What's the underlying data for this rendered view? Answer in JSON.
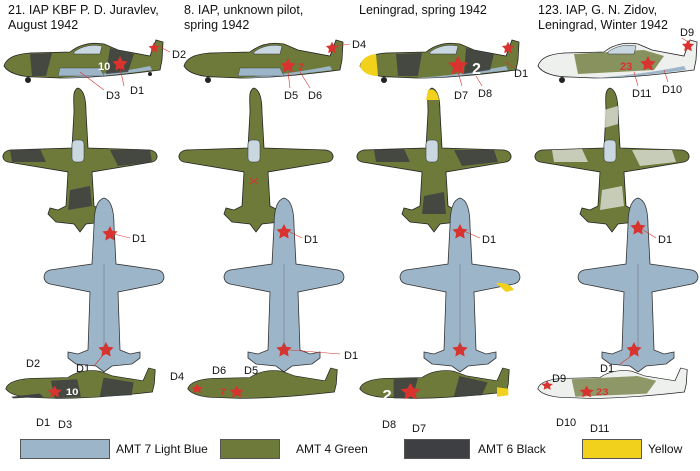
{
  "columns": [
    {
      "title": "21. IAP KBF P. D. Juravlev,\nAugust 1942",
      "side_code": "10",
      "bottom_code": "10"
    },
    {
      "title": "8. IAP, unknown pilot,\nspring 1942",
      "side_code": "7",
      "bottom_code": "7"
    },
    {
      "title": "Leningrad, spring 1942",
      "side_code": "2",
      "bottom_code": "2"
    },
    {
      "title": "123. IAP, G. N. Zidov,\nLeningrad, Winter 1942",
      "side_code": "23",
      "bottom_code": "23"
    }
  ],
  "callouts": {
    "c1_side": [
      "D2",
      "D3",
      "D1"
    ],
    "c2_side": [
      "D4",
      "D5",
      "D6"
    ],
    "c3_side": [
      "D1",
      "D7",
      "D8"
    ],
    "c4_side": [
      "D9",
      "D11",
      "D10"
    ],
    "under": [
      "D1",
      "D1"
    ],
    "bottom": [
      "D2",
      "D1",
      "D3",
      "D4",
      "D6",
      "D5",
      "D1",
      "D8",
      "D7",
      "D9",
      "D10",
      "D11"
    ],
    "c2_under_d1": "D1",
    "c3_under_d1": "D1",
    "c4_under_d1": "D1"
  },
  "legend": [
    {
      "label": "AMT 7 Light Blue",
      "color": "#9db5c8"
    },
    {
      "label": "AMT 4 Green",
      "color": "#6d7a3a"
    },
    {
      "label": "AMT 6 Black",
      "color": "#3d3f42"
    },
    {
      "label": "Yellow",
      "color": "#f2d11d"
    }
  ],
  "colors": {
    "green": "#6d7a3a",
    "black": "#3d3f42",
    "blue": "#9db5c8",
    "star": "#d8332f",
    "winter": "#eef0ee"
  }
}
